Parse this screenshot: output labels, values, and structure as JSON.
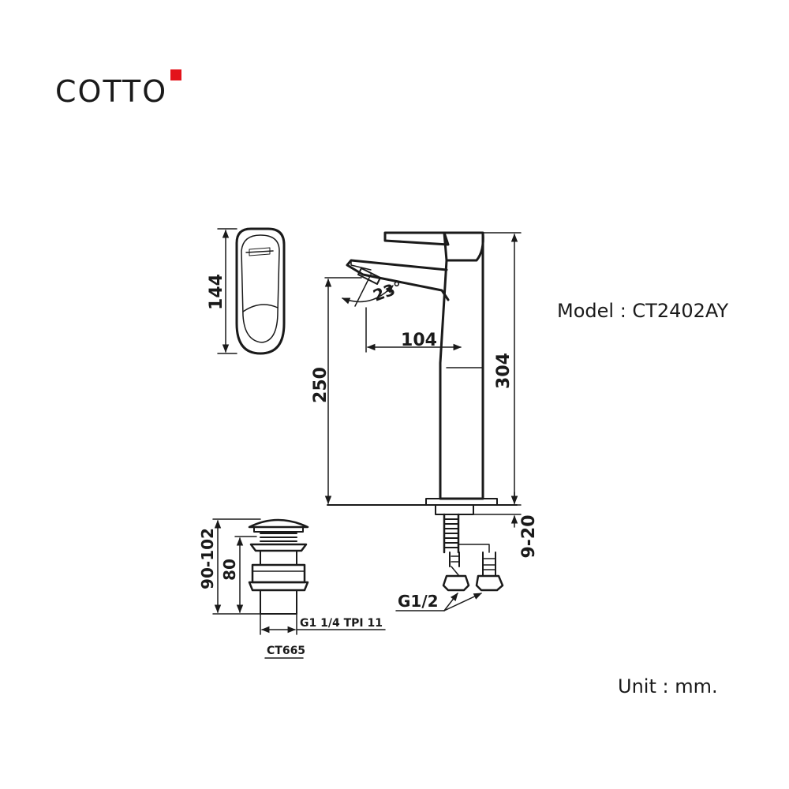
{
  "brand": {
    "name": "COTTO",
    "accent_color": "#e3131b"
  },
  "model_label": "Model : CT2402AY",
  "unit_label": "Unit : mm.",
  "dimensions": {
    "handle_height": "144",
    "spout_angle": "23°",
    "spout_reach": "104",
    "spout_height": "250",
    "total_height": "304",
    "deck_thickness": "9-20",
    "inlet_thread": "G1/2",
    "waste_total_height": "90-102",
    "waste_body_height": "80",
    "waste_thread": "G1 1/4 TPI 11",
    "waste_model": "CT665"
  }
}
